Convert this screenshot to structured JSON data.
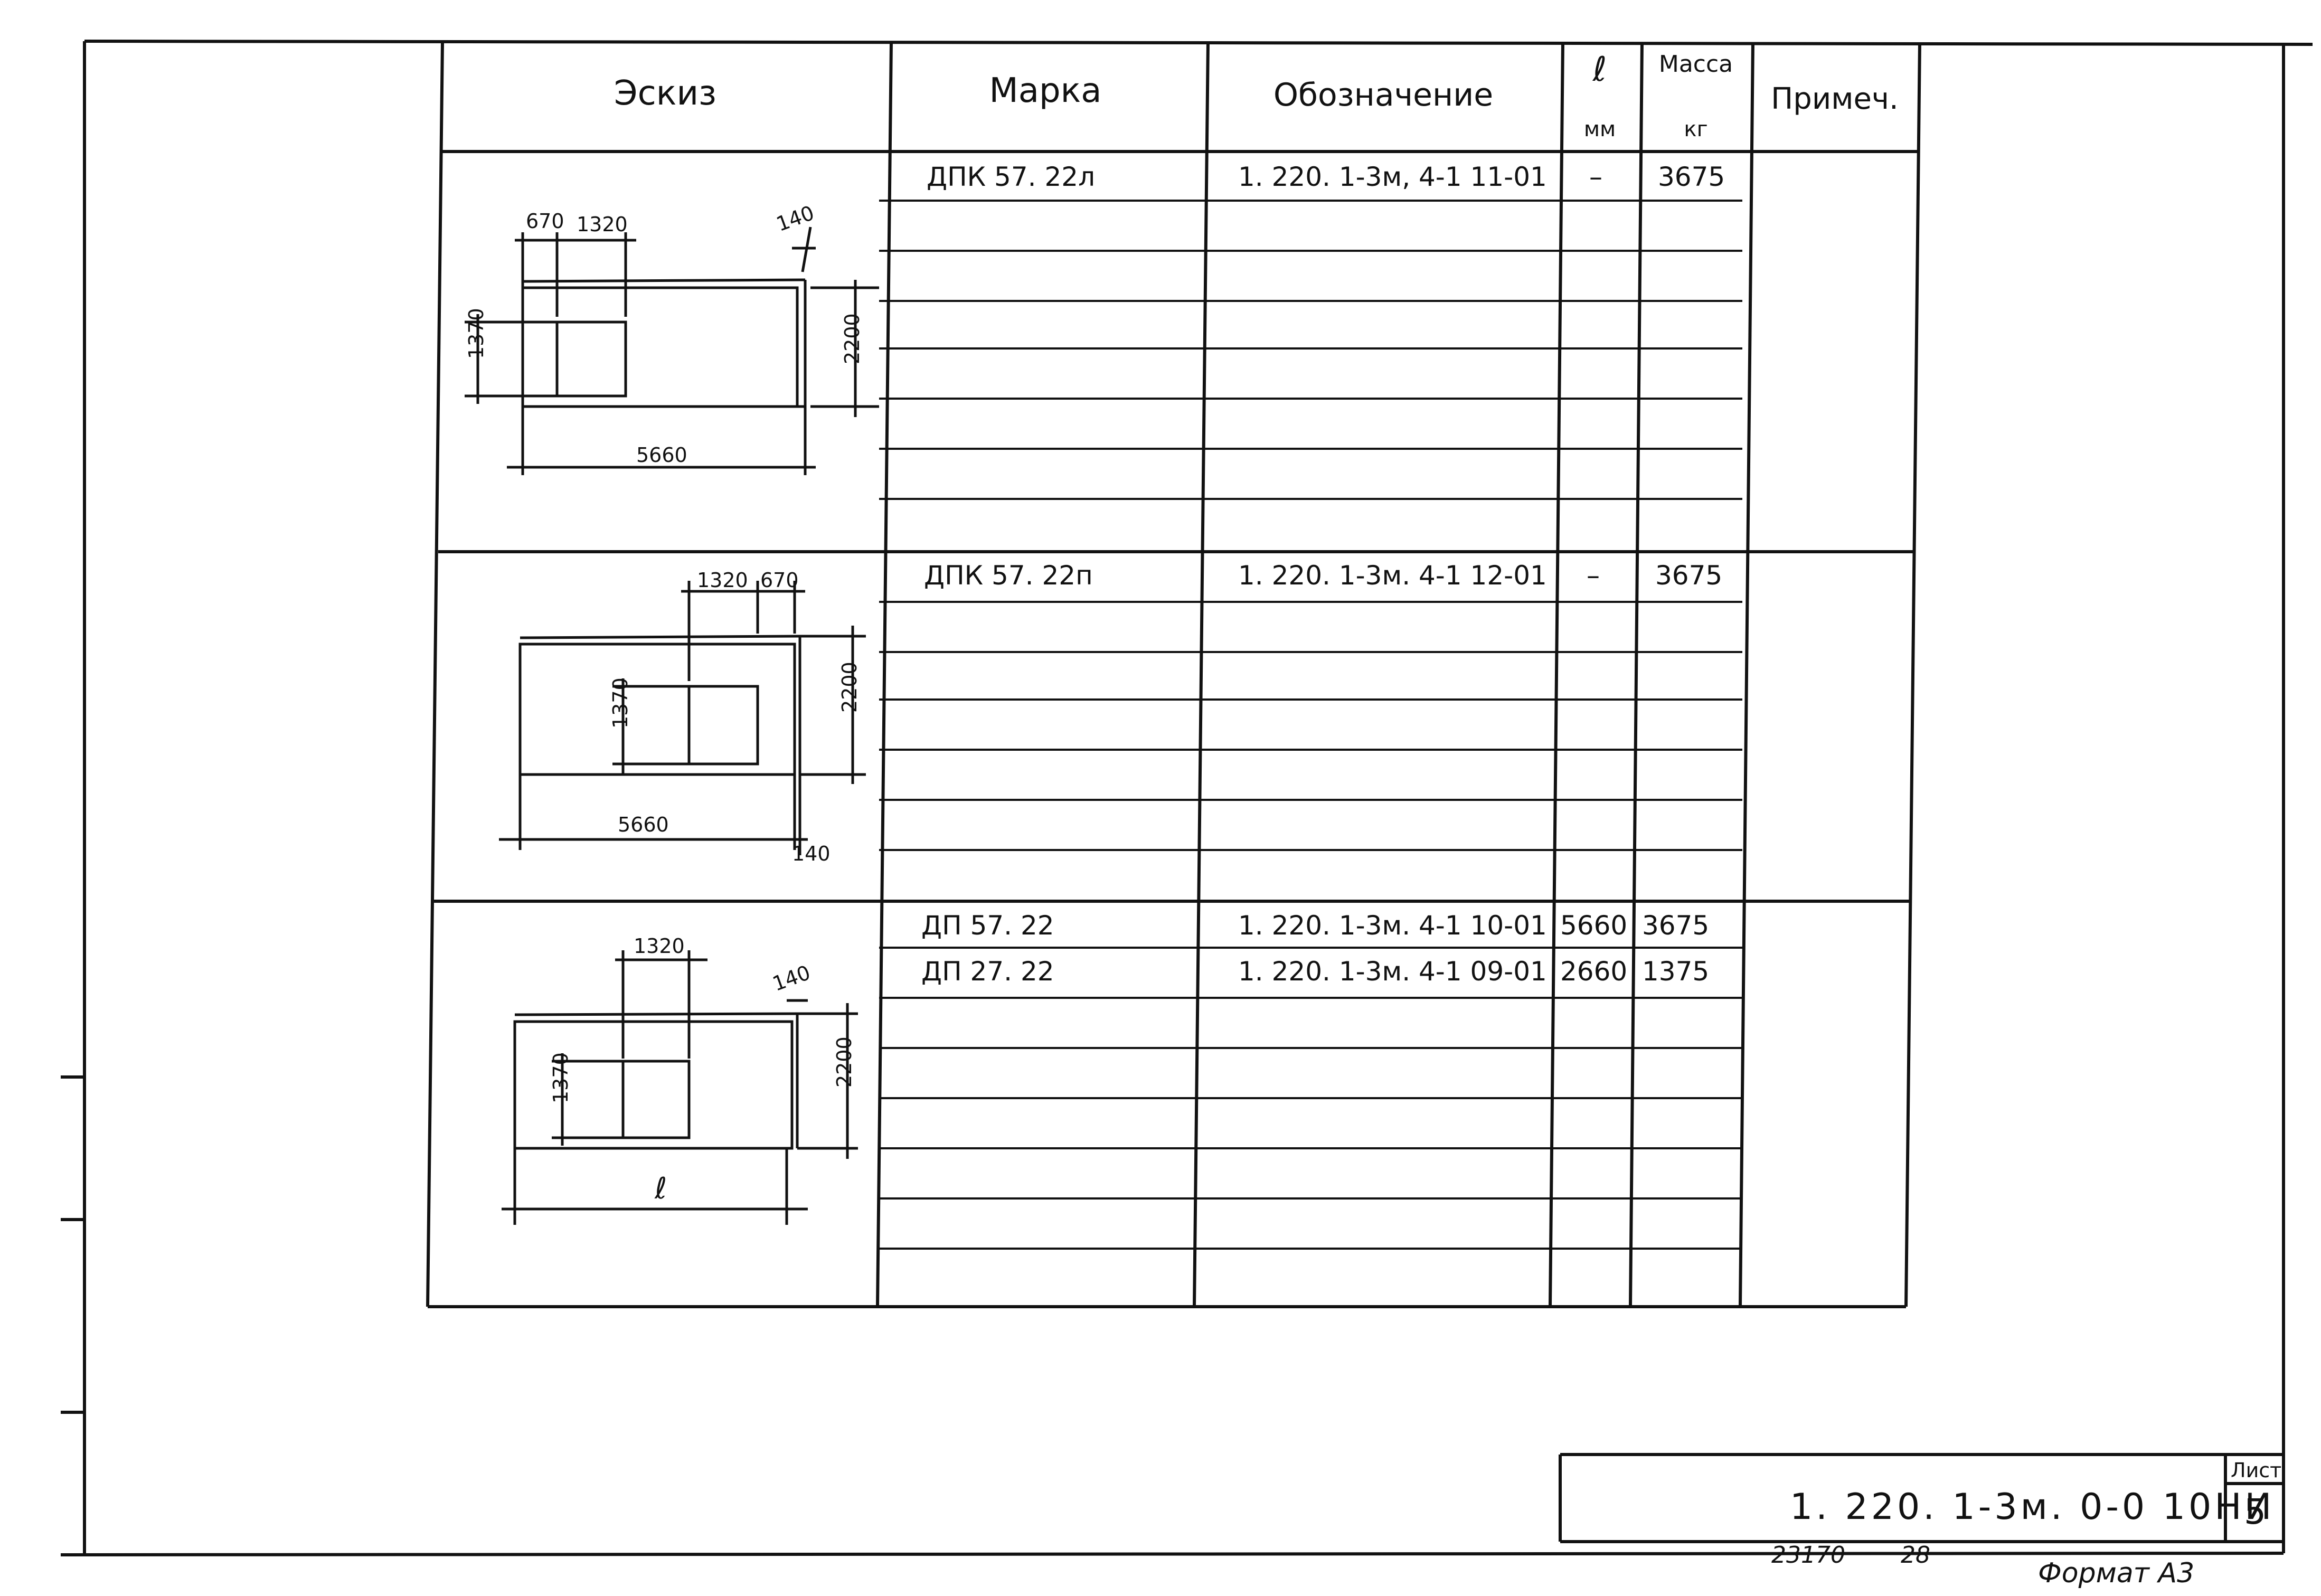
{
  "table": {
    "headers": {
      "sketch": "Эскиз",
      "mark": "Марка",
      "designation": "Обозначение",
      "length": "ℓ",
      "length_unit": "мм",
      "mass": "Масса",
      "mass_unit": "кг",
      "notes": "Примеч."
    },
    "groups": [
      {
        "rows": [
          {
            "mark": "ДПК 57. 22л",
            "designation": "1. 220. 1-3м, 4-1  11-01",
            "length": "–",
            "mass": "3675",
            "notes": ""
          }
        ],
        "sketch": {
          "top_dims": [
            "670",
            "1320"
          ],
          "corner_dim": "140",
          "height": "2200",
          "window_h": "1370",
          "width": "5660"
        }
      },
      {
        "rows": [
          {
            "mark": "ДПК 57. 22п",
            "designation": "1. 220. 1-3м. 4-1  12-01",
            "length": "–",
            "mass": "3675",
            "notes": ""
          }
        ],
        "sketch": {
          "top_dims": [
            "1320",
            "670"
          ],
          "corner_dim": "140",
          "height": "2200",
          "window_h": "1370",
          "width": "5660"
        }
      },
      {
        "rows": [
          {
            "mark": "ДП 57. 22",
            "designation": "1. 220. 1-3м. 4-1  10-01",
            "length": "5660",
            "mass": "3675",
            "notes": ""
          },
          {
            "mark": "ДП 27. 22",
            "designation": "1. 220. 1-3м. 4-1  09-01",
            "length": "2660",
            "mass": "1375",
            "notes": ""
          }
        ],
        "sketch": {
          "top_dims": [
            "1320"
          ],
          "corner_dim": "140",
          "height": "2200",
          "window_h": "1370",
          "width": "ℓ"
        }
      }
    ]
  },
  "title_block": {
    "document_code": "1. 220. 1-3м.  0-0  10НИ",
    "sheet_label": "Лист",
    "sheet_number": "5"
  },
  "footer": {
    "inventory_number": "23170",
    "copy_number": "28",
    "format": "Формат А3"
  }
}
